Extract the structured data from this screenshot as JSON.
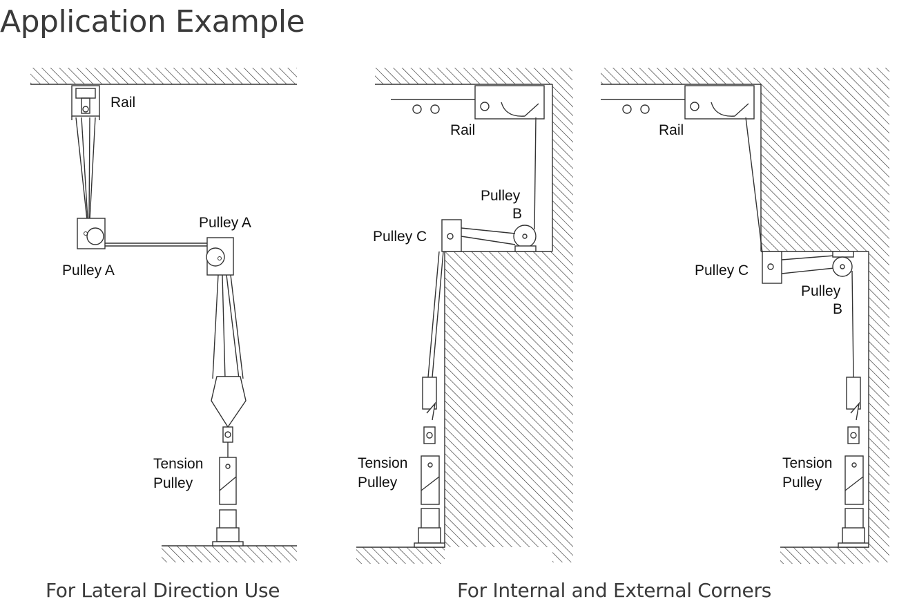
{
  "title": "Application Example",
  "captions": {
    "lateral": "For Lateral Direction Use",
    "corners": "For Internal and External Corners"
  },
  "labels": {
    "rail": "Rail",
    "pulley_a": "Pulley A",
    "pulley_b_line1": "Pulley",
    "pulley_b_line2": "B",
    "pulley_c": "Pulley C",
    "tension_line1": "Tension",
    "tension_line2": "Pulley"
  },
  "colors": {
    "line": "#333333",
    "text": "#3a3a3a"
  }
}
